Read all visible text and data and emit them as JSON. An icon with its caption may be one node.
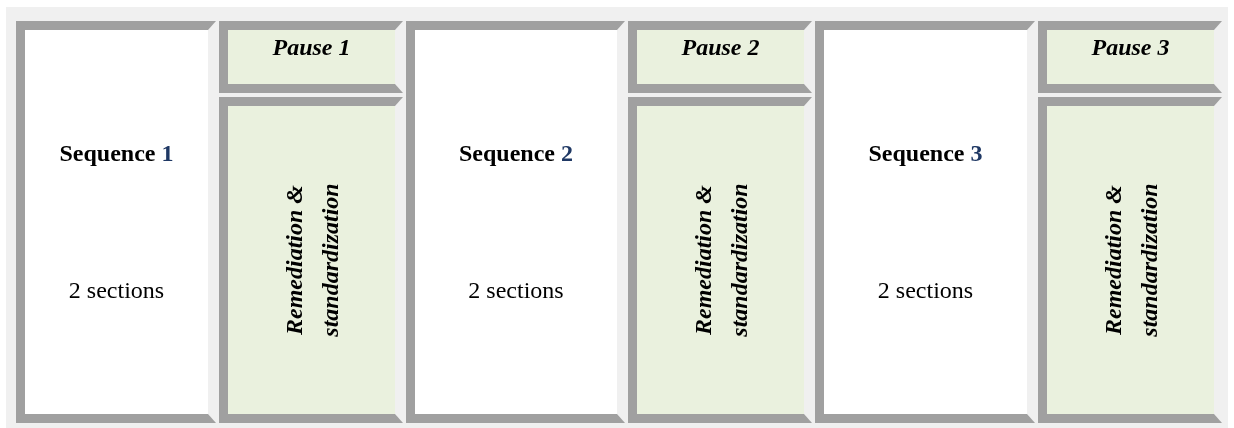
{
  "diagram": {
    "nodes": [
      {
        "text": [
          "Sequence 1",
          "2 sections"
        ]
      },
      {
        "text": [
          "Pause 1"
        ]
      },
      {
        "text": [
          "Remediation & standardization"
        ]
      },
      {
        "text": [
          "Sequence 2",
          "2 sections"
        ]
      },
      {
        "text": [
          "Pause 2"
        ]
      },
      {
        "text": [
          "Remediation & standardization"
        ]
      },
      {
        "text": [
          "Sequence 3",
          "2 sections"
        ]
      },
      {
        "text": [
          "Pause 3"
        ]
      },
      {
        "text": [
          "Remediation & standardization"
        ]
      }
    ]
  }
}
